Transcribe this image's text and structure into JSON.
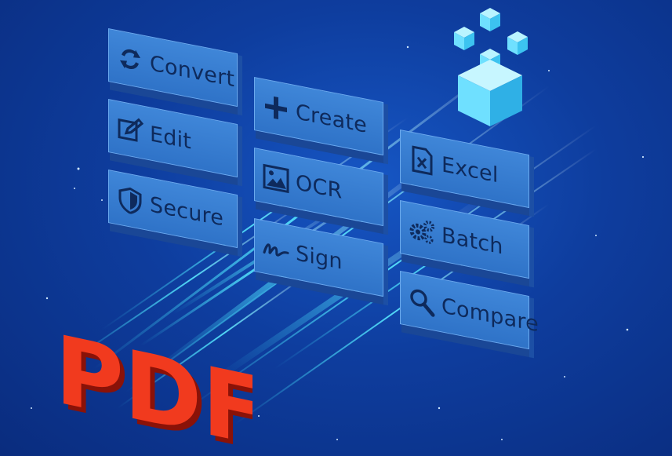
{
  "colors": {
    "background": "#0e3d9e",
    "tile": "#3579cc",
    "tile_text": "#0e2a5c",
    "pdf": "#f13a1e",
    "cube": "#6fe0ff"
  },
  "tiles": [
    {
      "label": "Convert",
      "icon": "refresh-icon"
    },
    {
      "label": "Edit",
      "icon": "edit-icon"
    },
    {
      "label": "Secure",
      "icon": "shield-icon"
    },
    {
      "label": "Create",
      "icon": "plus-icon"
    },
    {
      "label": "OCR",
      "icon": "image-icon"
    },
    {
      "label": "Sign",
      "icon": "signature-icon"
    },
    {
      "label": "Excel",
      "icon": "excel-file-icon"
    },
    {
      "label": "Batch",
      "icon": "gears-icon"
    },
    {
      "label": "Compare",
      "icon": "magnifier-icon"
    }
  ],
  "logo": {
    "text": "PDF"
  }
}
